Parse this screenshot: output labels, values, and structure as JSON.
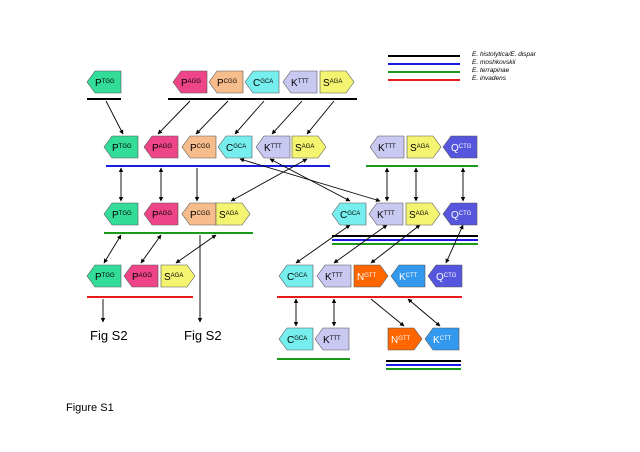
{
  "legend": {
    "items": [
      {
        "label": "E. histolytica/E. dispar",
        "color": "#000000"
      },
      {
        "label": "E. moshkovskii",
        "color": "#1a1ae6"
      },
      {
        "label": "E. terrapinae",
        "color": "#1a9a1a"
      },
      {
        "label": "E. invadens",
        "color": "#e61a1a"
      }
    ]
  },
  "gene_colors": {
    "P_TGG": "#33dd99",
    "P_AGG": "#ee4488",
    "P_CGG": "#f7bc8c",
    "C_GCA": "#77eeee",
    "K_TTT": "#c8c8f0",
    "S_AGA": "#f4f470",
    "Q_CTG": "#5555dd",
    "N_GTT": "#ff6600",
    "K_CTT": "#3399ee"
  },
  "genes": {
    "P_TGG": {
      "letter": "P",
      "codon": "TGG"
    },
    "P_AGG": {
      "letter": "P",
      "codon": "AGG"
    },
    "P_CGG": {
      "letter": "P",
      "codon": "CGG"
    },
    "C_GCA": {
      "letter": "C",
      "codon": "GCA"
    },
    "K_TTT": {
      "letter": "K",
      "codon": "TTT"
    },
    "S_AGA": {
      "letter": "S",
      "codon": "AGA"
    },
    "Q_CTG": {
      "letter": "Q",
      "codon": "CTG"
    },
    "N_GTT": {
      "letter": "N",
      "codon": "GTT"
    },
    "K_CTT": {
      "letter": "K",
      "codon": "CTT"
    }
  },
  "labels": {
    "fig_s2_left": "Fig S2",
    "fig_s2_right": "Fig S2",
    "caption": "Figure S1"
  }
}
